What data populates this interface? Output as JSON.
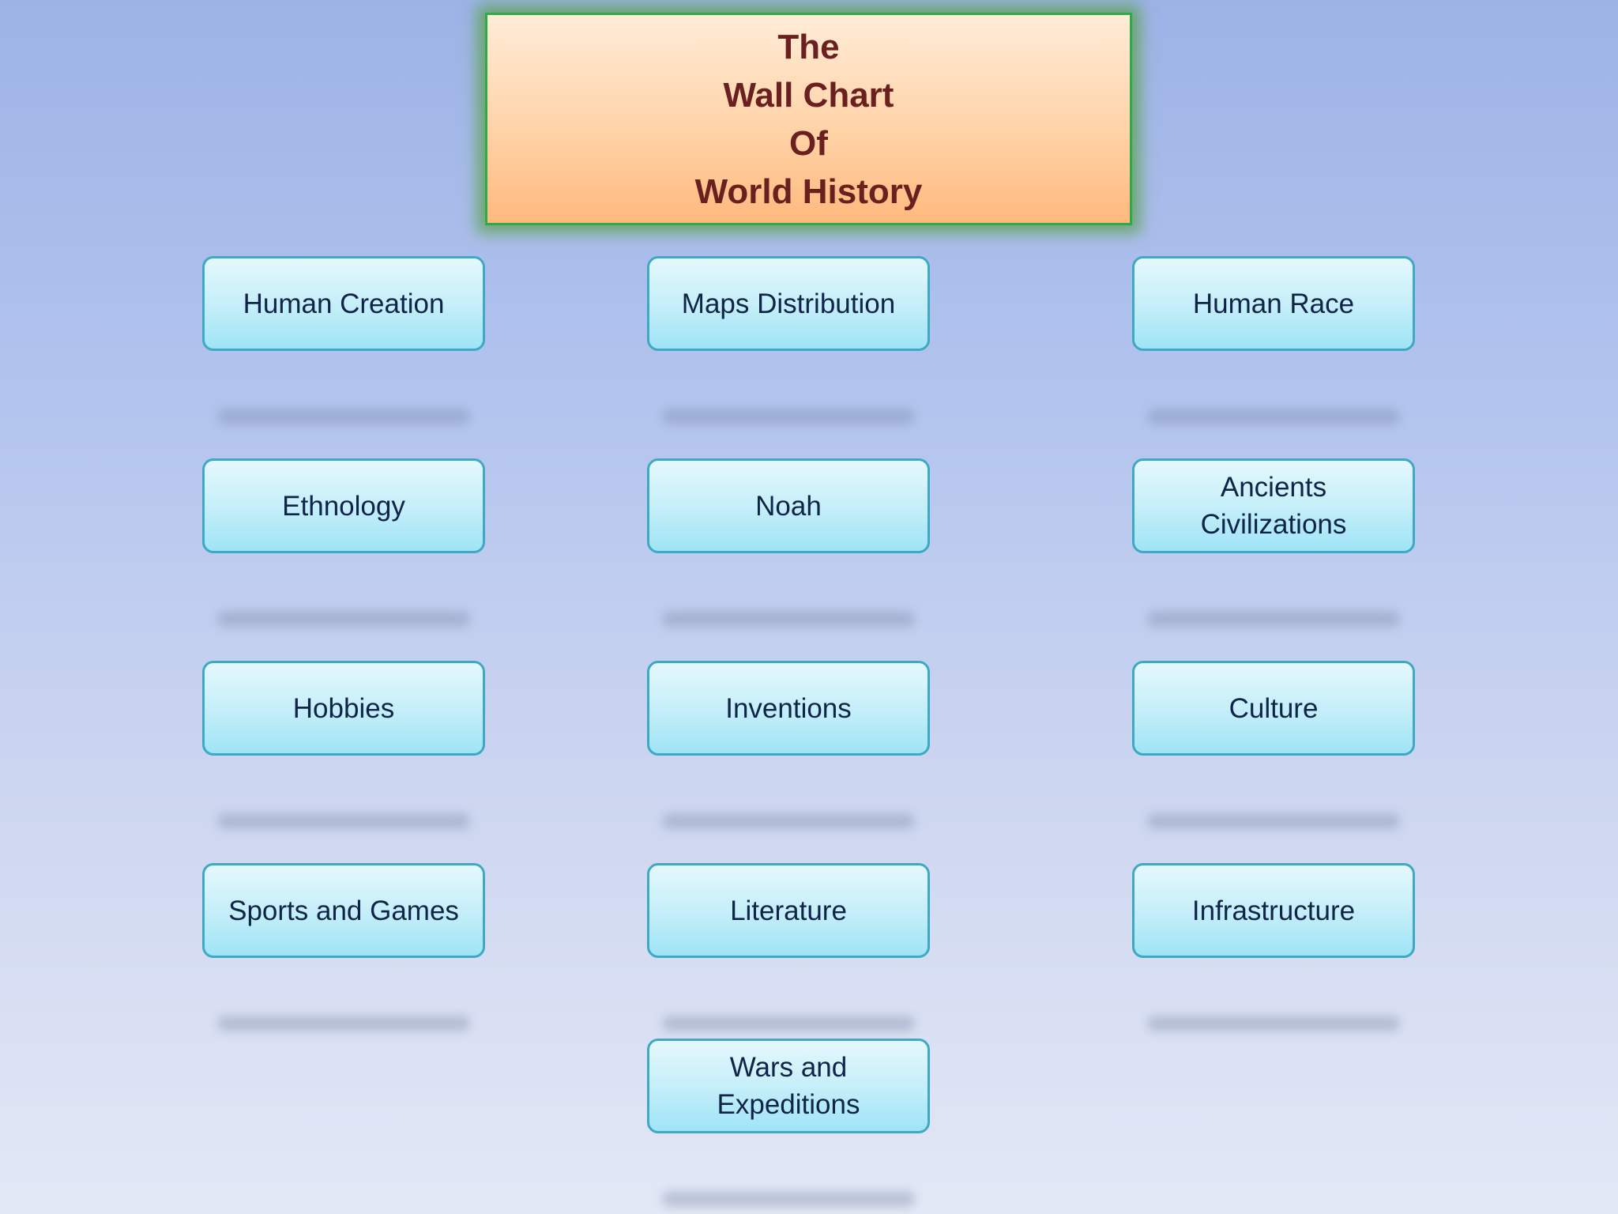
{
  "title": {
    "lines": [
      "The",
      "Wall Chart",
      "Of",
      "World History"
    ]
  },
  "nodes": [
    {
      "label": "Human Creation"
    },
    {
      "label": "Maps Distribution"
    },
    {
      "label": "Human Race"
    },
    {
      "label": "Ethnology"
    },
    {
      "label": "Noah"
    },
    {
      "label": "Ancients\nCivilizations"
    },
    {
      "label": "Hobbies"
    },
    {
      "label": "Inventions"
    },
    {
      "label": "Culture"
    },
    {
      "label": "Sports and Games"
    },
    {
      "label": "Literature"
    },
    {
      "label": "Infrastructure"
    },
    {
      "label": "Wars and\nExpeditions"
    }
  ],
  "colors": {
    "title_text": "#6b2020",
    "title_border": "#2eaa4a",
    "title_fill_top": "#ffecd8",
    "title_fill_bottom": "#ffb97e",
    "node_border": "#3fa9c3",
    "node_fill_top": "#e4f8fd",
    "node_fill_bottom": "#9fe4f7",
    "node_text": "#0f2448",
    "background_top": "#9db3e6",
    "background_bottom": "#e3e8f6"
  }
}
